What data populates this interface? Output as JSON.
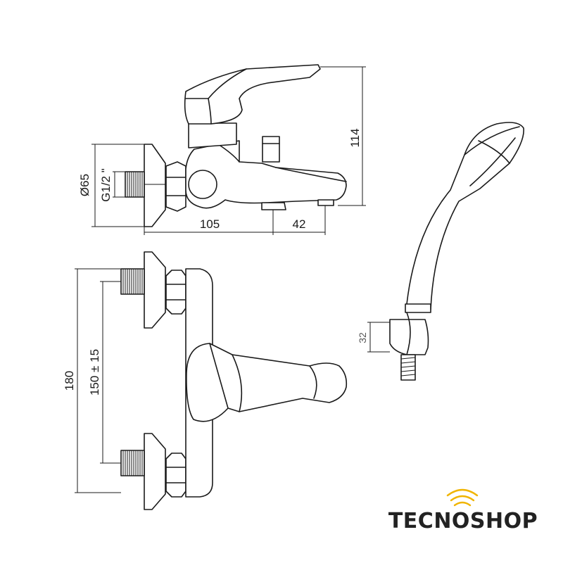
{
  "side_view": {
    "height_label": "114",
    "flange_diameter_label": "Ø65",
    "thread_label": "G1/2 \"",
    "depth_label": "105",
    "spout_offset_label": "42"
  },
  "front_view": {
    "total_width_label": "180",
    "connection_spacing_label": "150 ± 15"
  },
  "hand_shower": {
    "holder_height_label": "32"
  },
  "brand": {
    "name": "TECNOSHOP",
    "accent_color": "#f0b400"
  }
}
